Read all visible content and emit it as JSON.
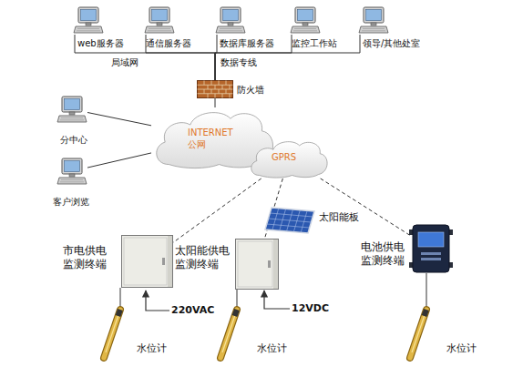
{
  "diagram": {
    "nodes": [
      {
        "text": [
          "web服务器"
        ]
      },
      {
        "text": [
          "通信服务器"
        ]
      },
      {
        "text": [
          "数据库服务器"
        ]
      },
      {
        "text": [
          "监控工作站"
        ]
      },
      {
        "text": [
          "领导/其他处室"
        ]
      },
      {
        "text": [
          "防火墙"
        ]
      },
      {
        "text": [
          "分中心"
        ]
      },
      {
        "text": [
          "INTERNET 公网"
        ]
      },
      {
        "text": [
          "客户浏览"
        ]
      },
      {
        "text": [
          "GPRS"
        ]
      },
      {
        "text": [
          "太阳能板"
        ]
      },
      {
        "text": [
          "市电供电 监测终端"
        ]
      },
      {
        "text": [
          "太阳能供电 监测终端"
        ]
      },
      {
        "text": [
          "电池供电 监测终端"
        ]
      },
      {
        "text": [
          "水位计"
        ]
      },
      {
        "text": [
          "水位计"
        ]
      },
      {
        "text": [
          "水位计"
        ]
      }
    ],
    "edges": [
      {
        "from": 0,
        "to": 5,
        "arrow": "none"
      },
      {
        "from": 1,
        "to": 5,
        "arrow": "none"
      },
      {
        "from": 2,
        "to": 5,
        "arrow": "none"
      },
      {
        "from": 3,
        "to": 5,
        "arrow": "none"
      },
      {
        "from": 4,
        "to": 5,
        "arrow": "none"
      },
      {
        "from": 5,
        "to": 7,
        "arrow": "none"
      },
      {
        "from": 6,
        "to": 7,
        "arrow": "none"
      },
      {
        "from": 8,
        "to": 7,
        "arrow": "none"
      },
      {
        "from": 9,
        "to": 11,
        "arrow": "none"
      },
      {
        "from": 9,
        "to": 12,
        "arrow": "none"
      },
      {
        "from": 9,
        "to": 13,
        "arrow": "none"
      },
      {
        "from": 14,
        "to": 11,
        "arrow": "none"
      },
      {
        "from": 15,
        "to": 12,
        "arrow": "none"
      },
      {
        "from": 16,
        "to": 13,
        "arrow": "none"
      }
    ],
    "labels": [
      "局域网",
      "数据专线",
      "220VAC",
      "12VDC"
    ]
  }
}
